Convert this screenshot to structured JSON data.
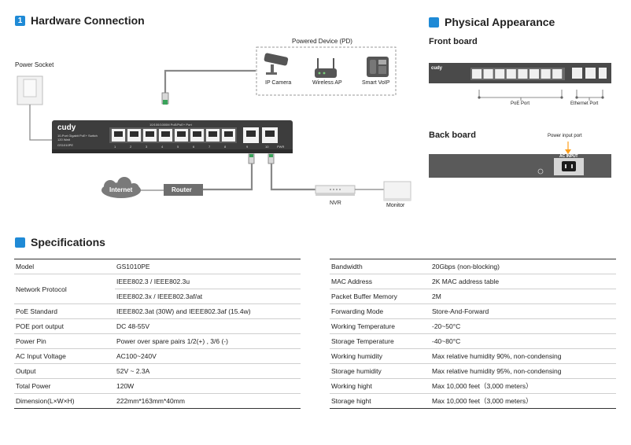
{
  "hardware": {
    "number": "1",
    "title": "Hardware Connection",
    "power_socket": "Power Socket",
    "pd_title": "Powered Device (PD)",
    "ip_camera": "IP Camera",
    "wireless_ap": "Wireless AP",
    "smart_voip": "Smart VoIP",
    "internet": "Internet",
    "router": "Router",
    "nvr": "NVR",
    "monitor": "Monitor",
    "switch": {
      "brand": "cudy",
      "model_line1": "10-Port Gigabit PoE+ Switch",
      "model_line2": "120 Watt",
      "model_code": "GS1010PE",
      "port_header": "10/100/1000M PoE/PoE+ Port",
      "ports": [
        "1",
        "2",
        "3",
        "4",
        "5",
        "6",
        "7",
        "8",
        "9",
        "10"
      ],
      "pwr": "PWR"
    }
  },
  "physical": {
    "title": "Physical Appearance",
    "front_board": "Front board",
    "back_board": "Back board",
    "poe_port": "PoE Port",
    "ethernet_port": "Ethernet Port",
    "power_input_port": "Power input port",
    "ac_input": "AC INPUT"
  },
  "specs": {
    "title": "Specifications",
    "left": [
      {
        "key": "Model",
        "values": [
          "GS1010PE"
        ]
      },
      {
        "key": "Network Protocol",
        "values": [
          "IEEE802.3 / IEEE802.3u",
          "IEEE802.3x / IEEE802.3af/at"
        ]
      },
      {
        "key": "PoE Standard",
        "values": [
          "IEEE802.3at (30W) and IEEE802.3af (15.4w)"
        ]
      },
      {
        "key": "POE port output",
        "values": [
          "DC 48-55V"
        ]
      },
      {
        "key": "Power Pin",
        "values": [
          "Power over spare pairs 1/2(+) , 3/6 (-)"
        ]
      },
      {
        "key": "AC Input Voltage",
        "values": [
          "AC100~240V"
        ]
      },
      {
        "key": "Output",
        "values": [
          "52V ~ 2.3A"
        ]
      },
      {
        "key": "Total Power",
        "values": [
          "120W"
        ]
      },
      {
        "key": "Dimension(L×W×H)",
        "values": [
          "222mm*163mm*40mm"
        ]
      }
    ],
    "right": [
      {
        "key": "Bandwidth",
        "value": "20Gbps (non-blocking)"
      },
      {
        "key": "MAC Address",
        "value": "2K MAC address table"
      },
      {
        "key": "Packet Buffer Memory",
        "value": "2M"
      },
      {
        "key": "Forwarding Mode",
        "value": "Store-And-Forward"
      },
      {
        "key": "Working Temperature",
        "value": "-20~50°C"
      },
      {
        "key": "Storage Temperature",
        "value": "-40~80°C"
      },
      {
        "key": "Working humidity",
        "value": "Max relative humidity 90%, non-condensing"
      },
      {
        "key": "Storage humidity",
        "value": "Max relative humidity 95%, non-condensing"
      },
      {
        "key": "Working hight",
        "value": "Max 10,000 feet（3,000 meters）"
      },
      {
        "key": "Storage hight",
        "value": "Max 10,000 feet（3,000 meters）"
      }
    ]
  },
  "colors": {
    "accent": "#1f8ad6",
    "switch_body": "#3d3d3d",
    "cable": "#7a7a7a"
  }
}
